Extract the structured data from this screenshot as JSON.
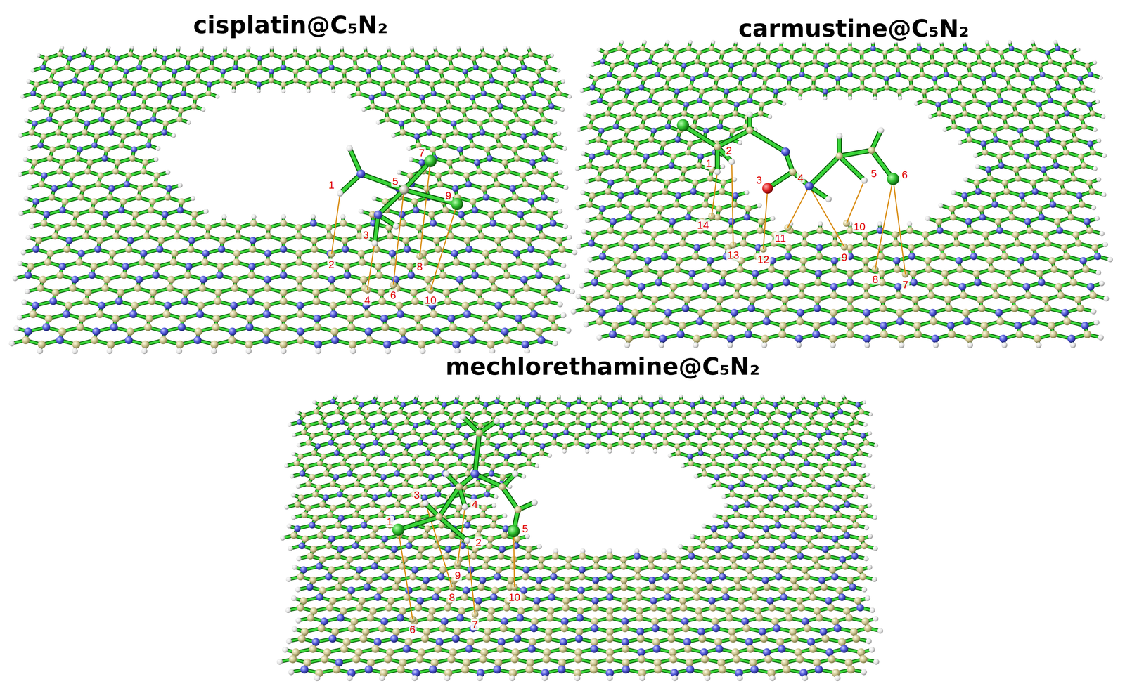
{
  "diagram": {
    "labels": [
      "cisplatin@C₅N₂",
      "1",
      "2",
      "3",
      "4",
      "5",
      "6",
      "7",
      "8",
      "9",
      "10",
      "carmustine@C₅N₂",
      "1",
      "2",
      "3",
      "4",
      "5",
      "6",
      "7",
      "8",
      "9",
      "10",
      "11",
      "12",
      "13",
      "14",
      "mechlorethamine@C₅N₂",
      "1",
      "2",
      "3",
      "4",
      "5",
      "6",
      "7",
      "8",
      "9",
      "10"
    ]
  }
}
